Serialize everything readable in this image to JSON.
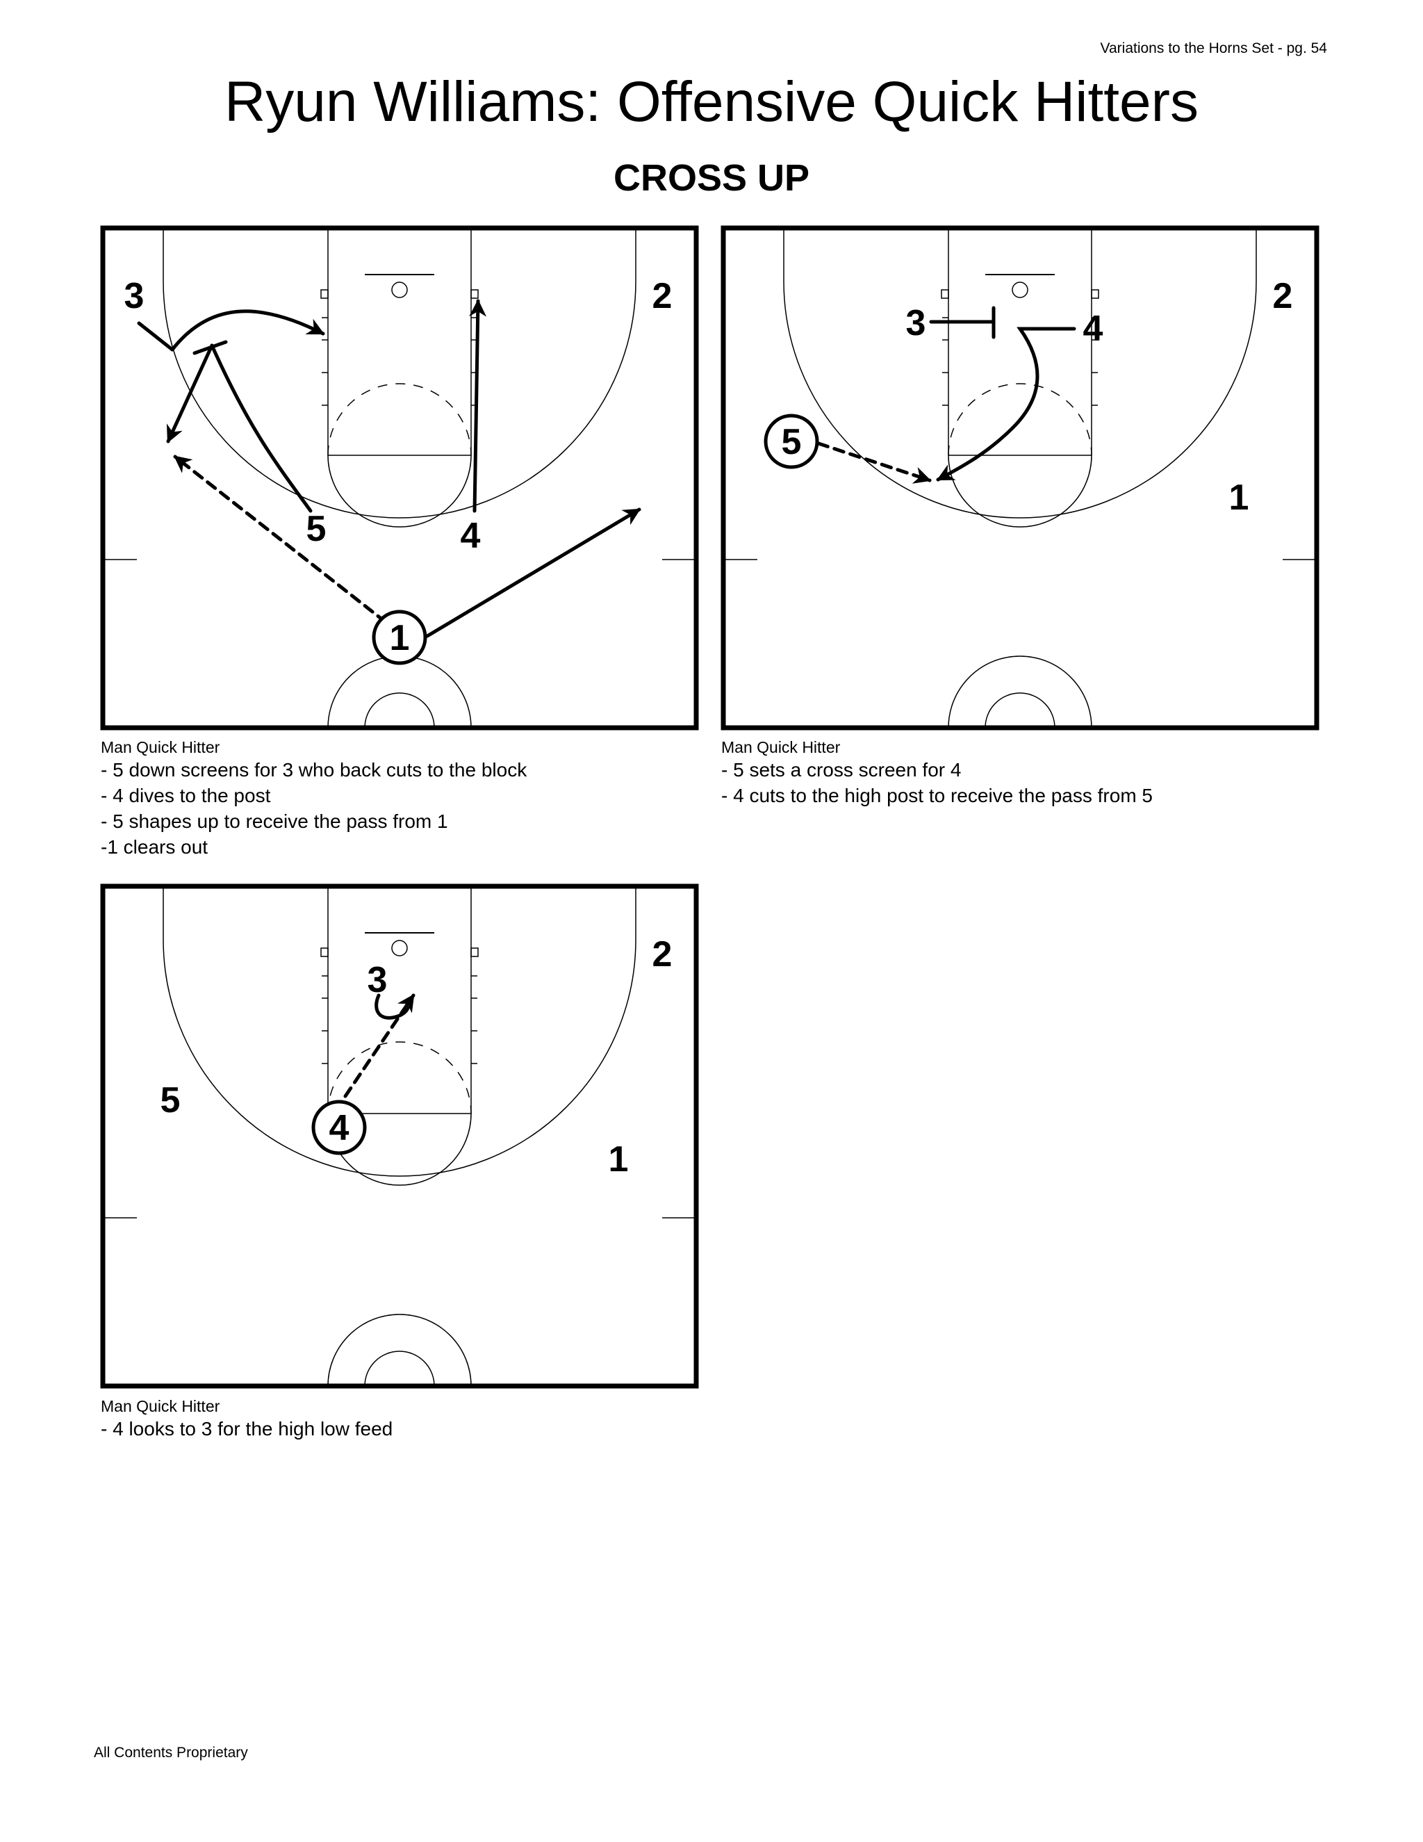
{
  "header_note": "Variations to the Horns Set - pg. 54",
  "title": "Ryun Williams: Offensive Quick Hitters",
  "subtitle": "CROSS UP",
  "footer": "All Contents Proprietary",
  "diagrams": [
    {
      "players": {
        "p1": "1",
        "p2": "2",
        "p3": "3",
        "p4": "4",
        "p5": "5"
      },
      "caption": {
        "heading": "Man Quick Hitter",
        "lines": [
          "- 5 down screens for 3 who back cuts to the block",
          "- 4 dives to the post",
          "- 5 shapes up to receive the pass from 1",
          "-1 clears out"
        ]
      }
    },
    {
      "players": {
        "p1": "1",
        "p2": "2",
        "p3": "3",
        "p4": "4",
        "p5": "5"
      },
      "caption": {
        "heading": "Man Quick Hitter",
        "lines": [
          "- 5 sets a cross screen for 4",
          "- 4 cuts to the high post to receive the pass from 5"
        ]
      }
    },
    {
      "players": {
        "p1": "1",
        "p2": "2",
        "p3": "3",
        "p4": "4",
        "p5": "5"
      },
      "caption": {
        "heading": "Man Quick Hitter",
        "lines": [
          "- 4 looks to 3 for the high low feed"
        ]
      }
    }
  ]
}
